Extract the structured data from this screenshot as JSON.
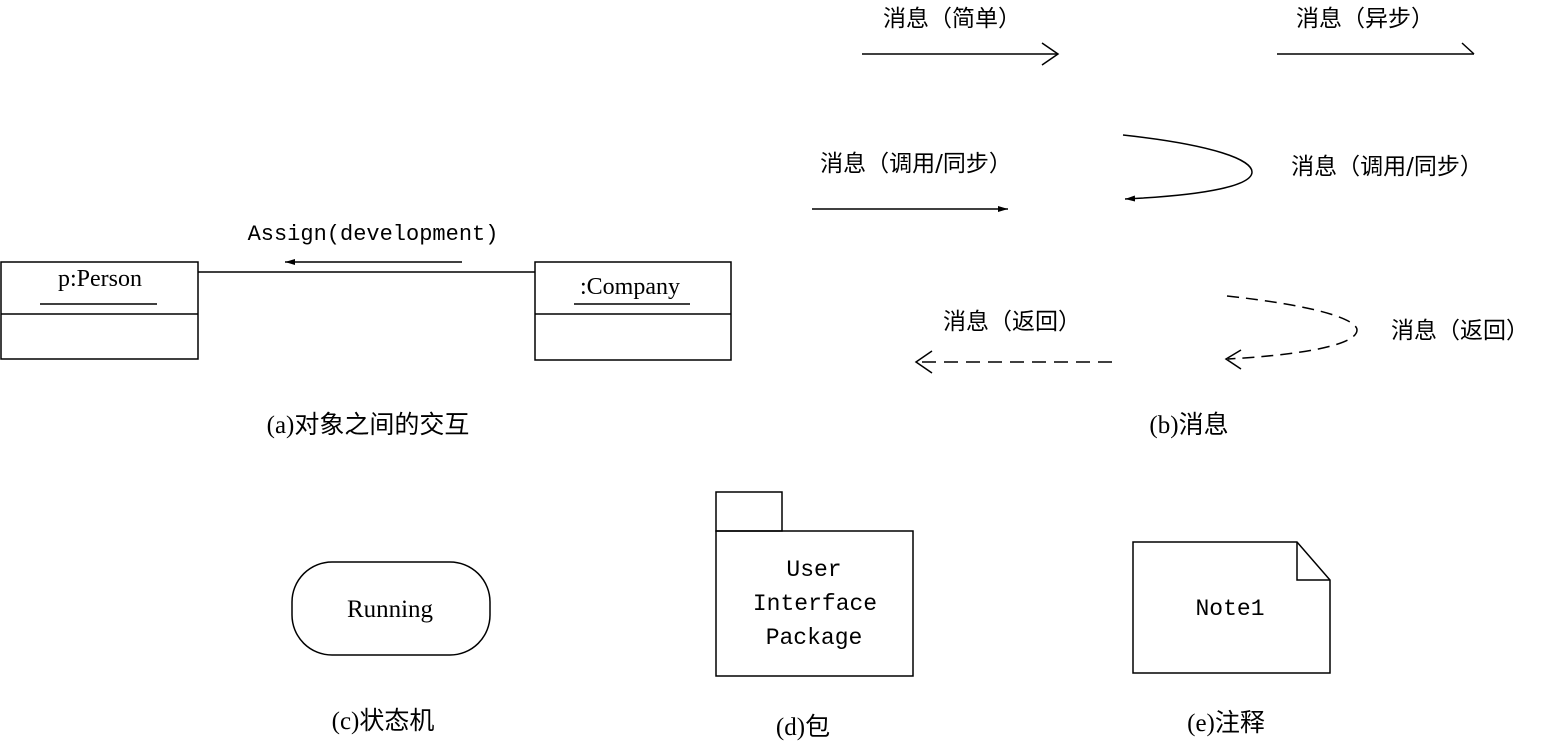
{
  "colors": {
    "stroke": "#000000",
    "background": "#ffffff"
  },
  "interaction": {
    "message": "Assign(development)",
    "object_left": "p:Person",
    "object_right": ":Company",
    "caption": "(a)对象之间的交互"
  },
  "messages": {
    "simple": "消息（简单）",
    "async": "消息（异步）",
    "call_sync_straight": "消息（调用/同步）",
    "call_sync_self": "消息（调用/同步）",
    "return_straight": "消息（返回）",
    "return_self": "消息（返回）",
    "caption": "(b)消息"
  },
  "state_machine": {
    "state": "Running",
    "caption": "(c)状态机"
  },
  "package": {
    "lines": [
      "User",
      "Interface",
      "Package"
    ],
    "caption": "(d)包"
  },
  "note": {
    "text": "Note1",
    "caption": "(e)注释"
  }
}
